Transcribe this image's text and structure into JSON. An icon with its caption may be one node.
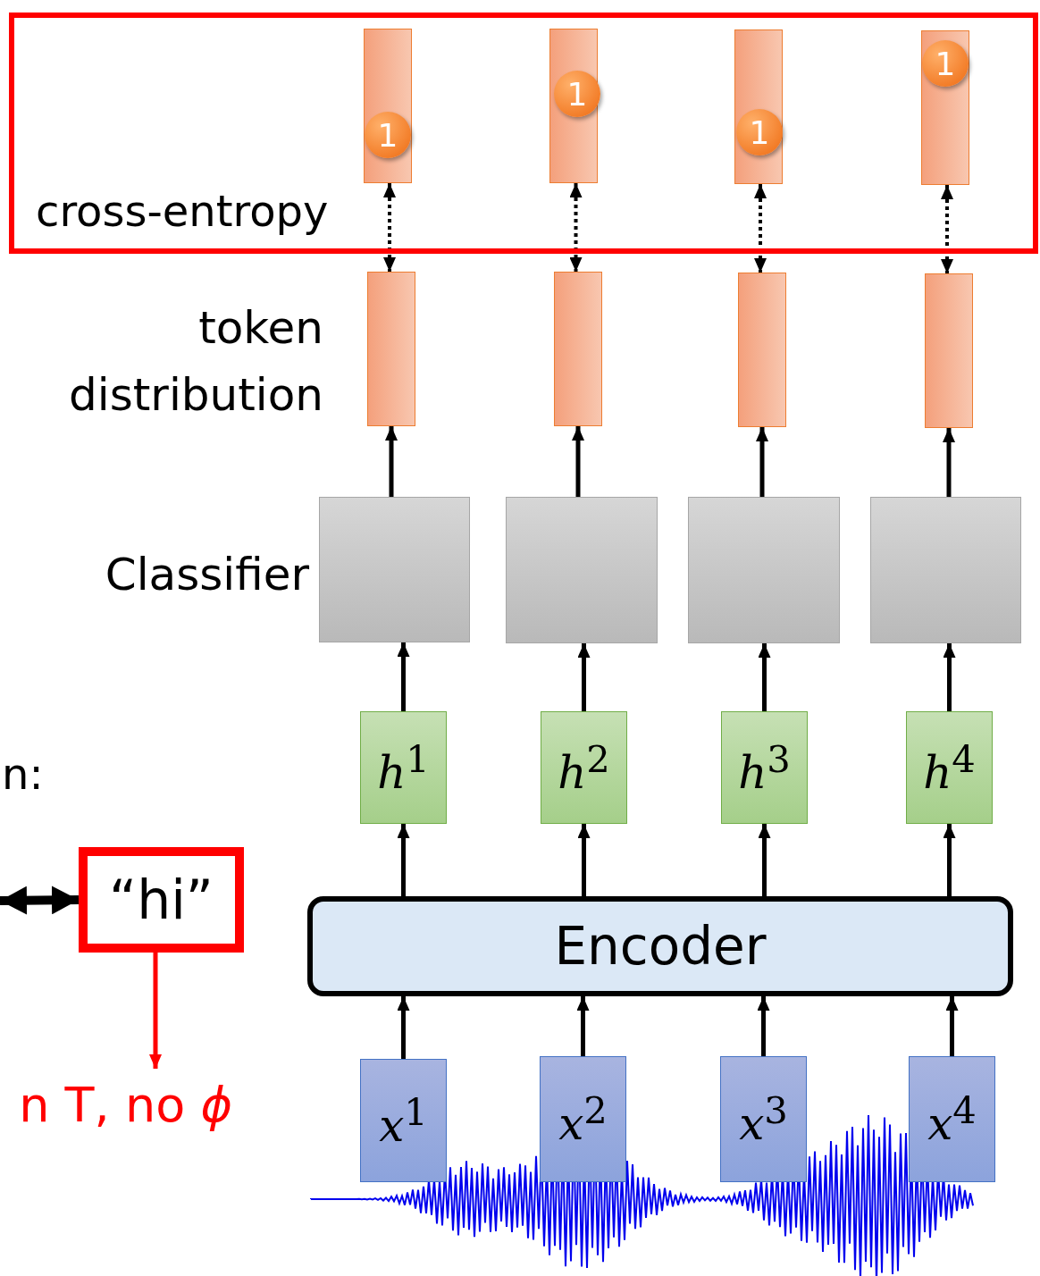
{
  "diagram": {
    "nodes": [
      {
        "text": [
          "cross-entropy"
        ]
      },
      {
        "text": [],
        "shape": "bar",
        "in": 0
      },
      {
        "text": [
          "1"
        ],
        "in": 1
      },
      {
        "text": [],
        "shape": "bar",
        "in": 0
      },
      {
        "text": [
          "1"
        ],
        "in": 3
      },
      {
        "text": [],
        "shape": "bar",
        "in": 0
      },
      {
        "text": [
          "1"
        ],
        "in": 5
      },
      {
        "text": [],
        "shape": "bar",
        "in": 0
      },
      {
        "text": [
          "1"
        ],
        "in": 7
      },
      {
        "text": [],
        "shape": "bar"
      },
      {
        "text": [],
        "shape": "bar"
      },
      {
        "text": [],
        "shape": "bar"
      },
      {
        "text": [],
        "shape": "bar"
      },
      {
        "text": [],
        "shape": "box"
      },
      {
        "text": [],
        "shape": "box"
      },
      {
        "text": [],
        "shape": "box"
      },
      {
        "text": [],
        "shape": "box"
      },
      {
        "text": [
          "*h*$^{1}$"
        ]
      },
      {
        "text": [
          "*h*$^{2}$"
        ]
      },
      {
        "text": [
          "*h*$^{3}$"
        ]
      },
      {
        "text": [
          "*h*$^{4}$"
        ]
      },
      {
        "text": [
          "Encoder"
        ]
      },
      {
        "text": [
          "*x*$^{1}$"
        ]
      },
      {
        "text": [
          "*x*$^{2}$"
        ]
      },
      {
        "text": [
          "*x*$^{3}$"
        ]
      },
      {
        "text": [
          "*x*$^{4}$"
        ]
      },
      {
        "text": [
          "“hi”"
        ]
      },
      {
        "text": [
          "n T, no *ϕ*"
        ]
      }
    ],
    "edges": [
      {
        "from": 1,
        "to": 9,
        "arrow": "both",
        "style": "dashed"
      },
      {
        "from": 3,
        "to": 10,
        "arrow": "both",
        "style": "dashed"
      },
      {
        "from": 5,
        "to": 11,
        "arrow": "both",
        "style": "dashed"
      },
      {
        "from": 7,
        "to": 12,
        "arrow": "both",
        "style": "dashed"
      },
      {
        "from": 13,
        "to": 9,
        "arrow": "to"
      },
      {
        "from": 14,
        "to": 10,
        "arrow": "to"
      },
      {
        "from": 15,
        "to": 11,
        "arrow": "to"
      },
      {
        "from": 16,
        "to": 12,
        "arrow": "to"
      },
      {
        "from": 17,
        "to": 13,
        "arrow": "to"
      },
      {
        "from": 18,
        "to": 14,
        "arrow": "to"
      },
      {
        "from": 19,
        "to": 15,
        "arrow": "to"
      },
      {
        "from": 20,
        "to": 16,
        "arrow": "to"
      },
      {
        "from": 21,
        "to": 17,
        "arrow": "to"
      },
      {
        "from": 21,
        "to": 18,
        "arrow": "to"
      },
      {
        "from": 21,
        "to": 19,
        "arrow": "to"
      },
      {
        "from": 21,
        "to": 20,
        "arrow": "to"
      },
      {
        "from": 22,
        "to": 21,
        "arrow": "to"
      },
      {
        "from": 23,
        "to": 21,
        "arrow": "to"
      },
      {
        "from": 24,
        "to": 21,
        "arrow": "to"
      },
      {
        "from": 25,
        "to": 21,
        "arrow": "to"
      },
      {
        "from": null,
        "to": 26,
        "arrow": "both",
        "style": "thick"
      },
      {
        "from": 26,
        "to": 27,
        "arrow": "to",
        "color": "#ff0000"
      }
    ],
    "labels": [
      "token distribution",
      "Classifier",
      "n:"
    ]
  }
}
